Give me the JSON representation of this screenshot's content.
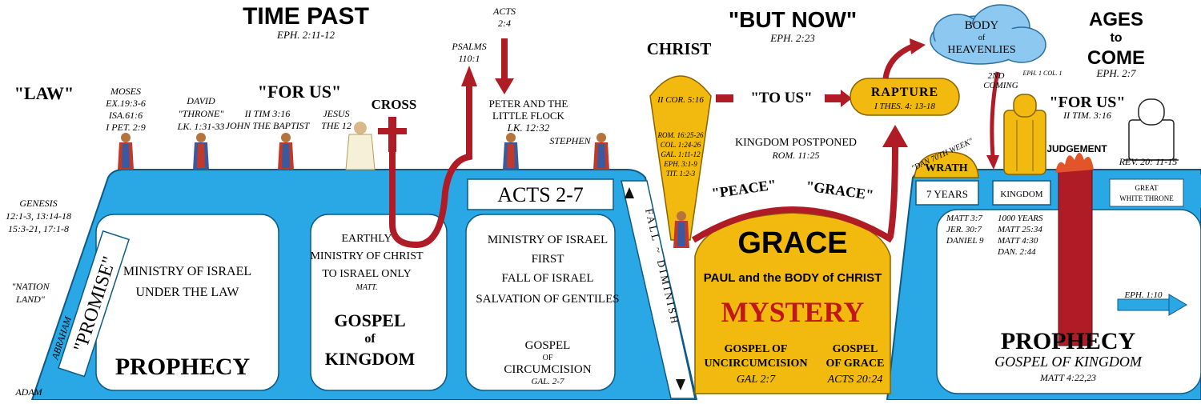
{
  "headers": {
    "time_past": "TIME PAST",
    "time_past_ref": "EPH. 2:11-12",
    "but_now": "\"BUT NOW\"",
    "but_now_ref": "EPH. 2:23",
    "ages_l1": "AGES",
    "ages_l2": "to",
    "ages_l3": "COME",
    "ages_ref": "EPH. 2:7",
    "law": "\"LAW\"",
    "for_us_left": "\"FOR US\"",
    "for_us_right": "\"FOR US\"",
    "for_us_right_ref": "II TIM. 3:16",
    "cross": "CROSS",
    "christ": "CHRIST",
    "to_us": "\"TO US\""
  },
  "people": {
    "moses": [
      "MOSES",
      "EX.19:3-6",
      "ISA.61:6",
      "I PET. 2:9"
    ],
    "david": [
      "DAVID",
      "\"THRONE\"",
      "LK. 1:31-33"
    ],
    "forus_refs": [
      "II TIM 3:16",
      "JOHN THE BAPTIST"
    ],
    "jesus": [
      "JESUS",
      "THE 12"
    ],
    "acts24": [
      "ACTS",
      "2:4"
    ],
    "psalms": [
      "PSALMS",
      "110:1"
    ],
    "peter": [
      "PETER AND THE",
      "LITTLE FLOCK",
      "LK. 12:32"
    ],
    "stephen": "STEPHEN"
  },
  "left_margin": {
    "genesis": [
      "GENESIS",
      "12:1-3, 13:14-18",
      "15:3-21, 17:1-8"
    ],
    "nation_land": [
      "\"NATION",
      "LAND\""
    ],
    "abraham": "ABRAHAM",
    "adam": "ADAM",
    "promise": "\"PROMISE\""
  },
  "boxes": {
    "box1": [
      "MINISTRY OF ISRAEL",
      "UNDER THE LAW"
    ],
    "box1_title": "PROPHECY",
    "box2": [
      "EARTHLY",
      "MINISTRY OF CHRIST",
      "TO ISRAEL ONLY",
      "MATT."
    ],
    "box2_title": [
      "GOSPEL",
      "of",
      "KINGDOM"
    ],
    "acts_banner": "ACTS 2-7",
    "box3": [
      "MINISTRY OF ISRAEL",
      "FIRST",
      "FALL OF ISRAEL",
      "SALVATION OF GENTILES"
    ],
    "box3_gospel": [
      "GOSPEL",
      "OF",
      "CIRCUMCISION",
      "GAL. 2-7"
    ],
    "fall_diminish": "FALL ~ DIMINISH"
  },
  "grace": {
    "christ_ref": "II COR. 5:16",
    "cone_refs": [
      "ROM. 16:25-26",
      "COL. 1:24-26",
      "GAL. 1:11-12",
      "EPH. 3:1-9",
      "TIT. 1:2-3"
    ],
    "peace": "\"PEACE\"",
    "grace_word": "\"GRACE\"",
    "title": "GRACE",
    "subtitle": "PAUL and the BODY of CHRIST",
    "mystery": "MYSTERY",
    "gospel_unc": [
      "GOSPEL OF",
      "UNCIRCUMCISION",
      "GAL 2:7"
    ],
    "gospel_grace": [
      "GOSPEL",
      "OF GRACE",
      "ACTS 20:24"
    ]
  },
  "rapture": {
    "label": "RAPTURE",
    "ref": "I THES. 4: 13-18",
    "postponed": "KINGDOM POSTPONED",
    "postponed_ref": "ROM. 11:25",
    "body_l1": "BODY",
    "body_l2": "of",
    "body_l3": "HEAVENLIES",
    "second_coming": [
      "2ND",
      "COMING"
    ],
    "eph_col": "EPH. 1 COL. 1"
  },
  "future": {
    "dan70": "\"DAN 70TH WEEK\"",
    "wrath": "WRATH",
    "seven_years": "7 YEARS",
    "kingdom": "KINGDOM",
    "judgement": "JUDGEMENT",
    "rev": "REV. 20: 11-15",
    "great_white": [
      "GREAT",
      "WHITE THRONE"
    ],
    "refs_left": [
      "MATT 3:7",
      "JER. 30:7",
      "DANIEL 9"
    ],
    "refs_right": [
      "1000 YEARS",
      "MATT 25:34",
      "MATT 4:30",
      "DAN. 2:44"
    ],
    "eph110": "EPH. 1:10",
    "prophecy": "PROPHECY",
    "gospel_kingdom": "GOSPEL OF KINGDOM",
    "matt": "MATT 4:22,23"
  },
  "colors": {
    "blue": "#2aa8e6",
    "gold": "#f2b90e",
    "red": "#b01c26",
    "cloud": "#8cc8ef"
  }
}
